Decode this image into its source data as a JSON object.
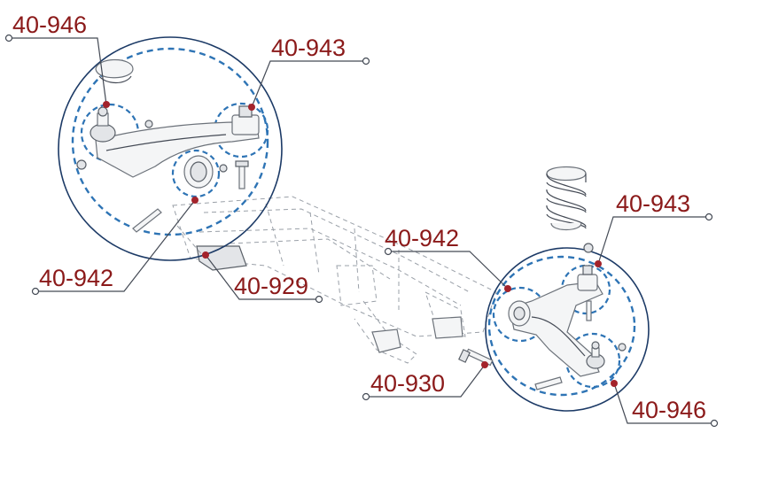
{
  "colors": {
    "label_text": "#8b1a1a",
    "marker": "#a3232b",
    "leader": "#444a55",
    "detail_circle": "#1c3a66",
    "dashed_highlight": "#2e74b5"
  },
  "callouts": {
    "ball_joint_left": "40-946",
    "rear_bushing_left": "40-943",
    "front_bushing_left": "40-942",
    "subframe_mount": "40-929",
    "front_bushing_right": "40-942",
    "rear_bushing_right": "40-943",
    "subframe_bolt": "40-930",
    "ball_joint_right": "40-946"
  }
}
